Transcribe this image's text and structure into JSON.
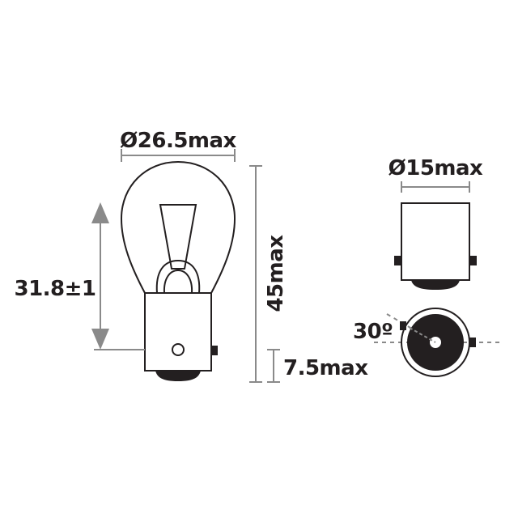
{
  "labels": {
    "bulb_diameter": "Ø26.5max",
    "base_diameter": "Ø15max",
    "light_center": "31.8±1",
    "overall_length": "45max",
    "base_length": "7.5max",
    "pin_angle": "30º"
  },
  "colors": {
    "line": "#231f20",
    "dimension": "#8a8a8a"
  }
}
